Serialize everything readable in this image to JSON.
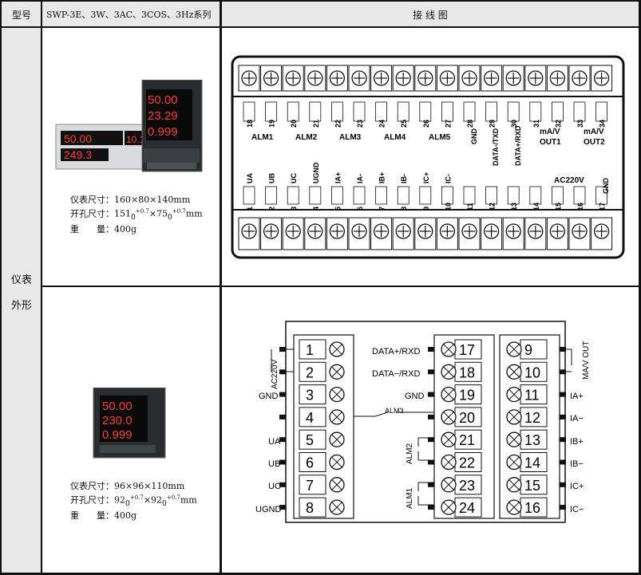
{
  "header": {
    "model_label": "型号",
    "model_value": "SWP-3E、3W、3AC、3COS、3Hz系列",
    "wiring_label": "接 线 图"
  },
  "side_label": [
    "仪表",
    "外形"
  ],
  "meter_top": {
    "display_left": [
      "50.00",
      "10.13",
      "249.3"
    ],
    "display_right": [
      "50.00",
      "23.29",
      "0.999"
    ],
    "spec_size": "仪表尺寸：160×80×140mm",
    "spec_cut_main": "开孔尺寸：151",
    "spec_cut_sub1": "0",
    "spec_cut_sup1": "+0.7",
    "spec_cut_mid": "×75",
    "spec_cut_sub2": "0",
    "spec_cut_sup2": "+0.7",
    "spec_cut_unit": "mm",
    "spec_weight": "重　　量：400g"
  },
  "meter_bottom": {
    "display": [
      "50.00",
      "230.0",
      "0.999"
    ],
    "spec_size": "仪表尺寸：96×96×110mm",
    "spec_cut_main": "开孔尺寸：92",
    "spec_cut_sub1": "0",
    "spec_cut_sup1": "+0.7",
    "spec_cut_mid": "×92",
    "spec_cut_sub2": "0",
    "spec_cut_sup2": "+0.7",
    "spec_cut_unit": "mm",
    "spec_weight": "重　　量：400g"
  },
  "terminal_top": {
    "upper_numbers": [
      "18",
      "19",
      "20",
      "21",
      "22",
      "23",
      "24",
      "25",
      "26",
      "27",
      "28",
      "29",
      "30",
      "31",
      "32",
      "33",
      "34"
    ],
    "alarm_labels": [
      "ALM1",
      "ALM2",
      "ALM3",
      "ALM4",
      "ALM5"
    ],
    "upper_labels": [
      "GND",
      "DATA-/TXD",
      "DATA+/RXD"
    ],
    "out_labels": [
      "mA/V",
      "OUT1",
      "mA/V",
      "OUT2"
    ],
    "lower_numbers": [
      "1",
      "2",
      "3",
      "4",
      "5",
      "6",
      "7",
      "8",
      "9",
      "10",
      "11",
      "12",
      "13",
      "14",
      "15",
      "16",
      "17"
    ],
    "lower_labels": [
      "UA",
      "UB",
      "UC",
      "UGND",
      "IA+",
      "IA-",
      "IB+",
      "IB-",
      "IC+",
      "IC-"
    ],
    "ac_label": "AC220V",
    "gnd_label": "GND"
  },
  "terminal_bottom": {
    "left_numbers": [
      "1",
      "2",
      "3",
      "4",
      "5",
      "6",
      "7",
      "8"
    ],
    "left_labels": [
      "GND",
      "UA",
      "UB",
      "UC",
      "UGND"
    ],
    "ac_label": "AC220V",
    "middle_numbers": [
      "17",
      "18",
      "19",
      "20",
      "21",
      "22",
      "23",
      "24"
    ],
    "middle_labels": [
      "DATA+/RXD",
      "DATA−/RXD",
      "GND"
    ],
    "alarm_labels": [
      "ALM3",
      "ALM2",
      "ALM1"
    ],
    "right_numbers": [
      "9",
      "10",
      "11",
      "12",
      "13",
      "14",
      "15",
      "16"
    ],
    "right_labels": [
      "IA+",
      "IA−",
      "IB+",
      "IB−",
      "IC+",
      "IC−"
    ],
    "out_label": "MA/V OUT"
  },
  "colors": {
    "header_bg": "#e8e8e8",
    "led_red": "#ff3b2f",
    "panel_bg": "#cfd3d6"
  }
}
